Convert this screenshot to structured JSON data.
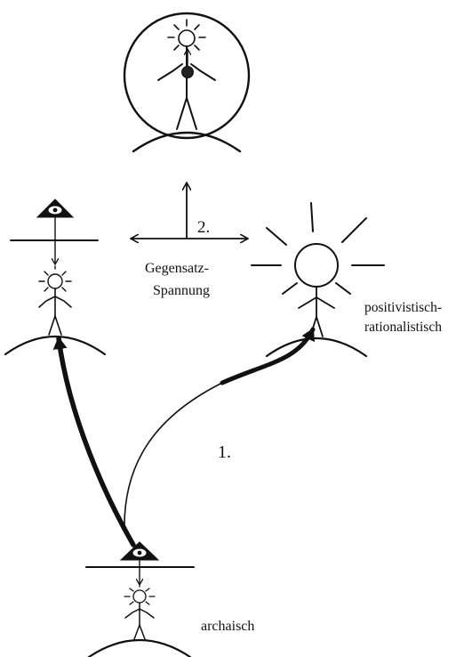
{
  "labels": {
    "step2": "2.",
    "tension_line1": "Gegensatz-",
    "tension_line2": "Spannung",
    "positivist_line1": "positivistisch-",
    "positivist_line2": "rationalistisch",
    "step1": "1.",
    "archaic": "archaisch"
  },
  "colors": {
    "ink": "#111111",
    "background": "#ffffff"
  },
  "icons": [
    "eye-in-triangle-icon",
    "sun-head-icon",
    "stick-figure-icon",
    "globe-arc-icon",
    "arrow-icon"
  ]
}
